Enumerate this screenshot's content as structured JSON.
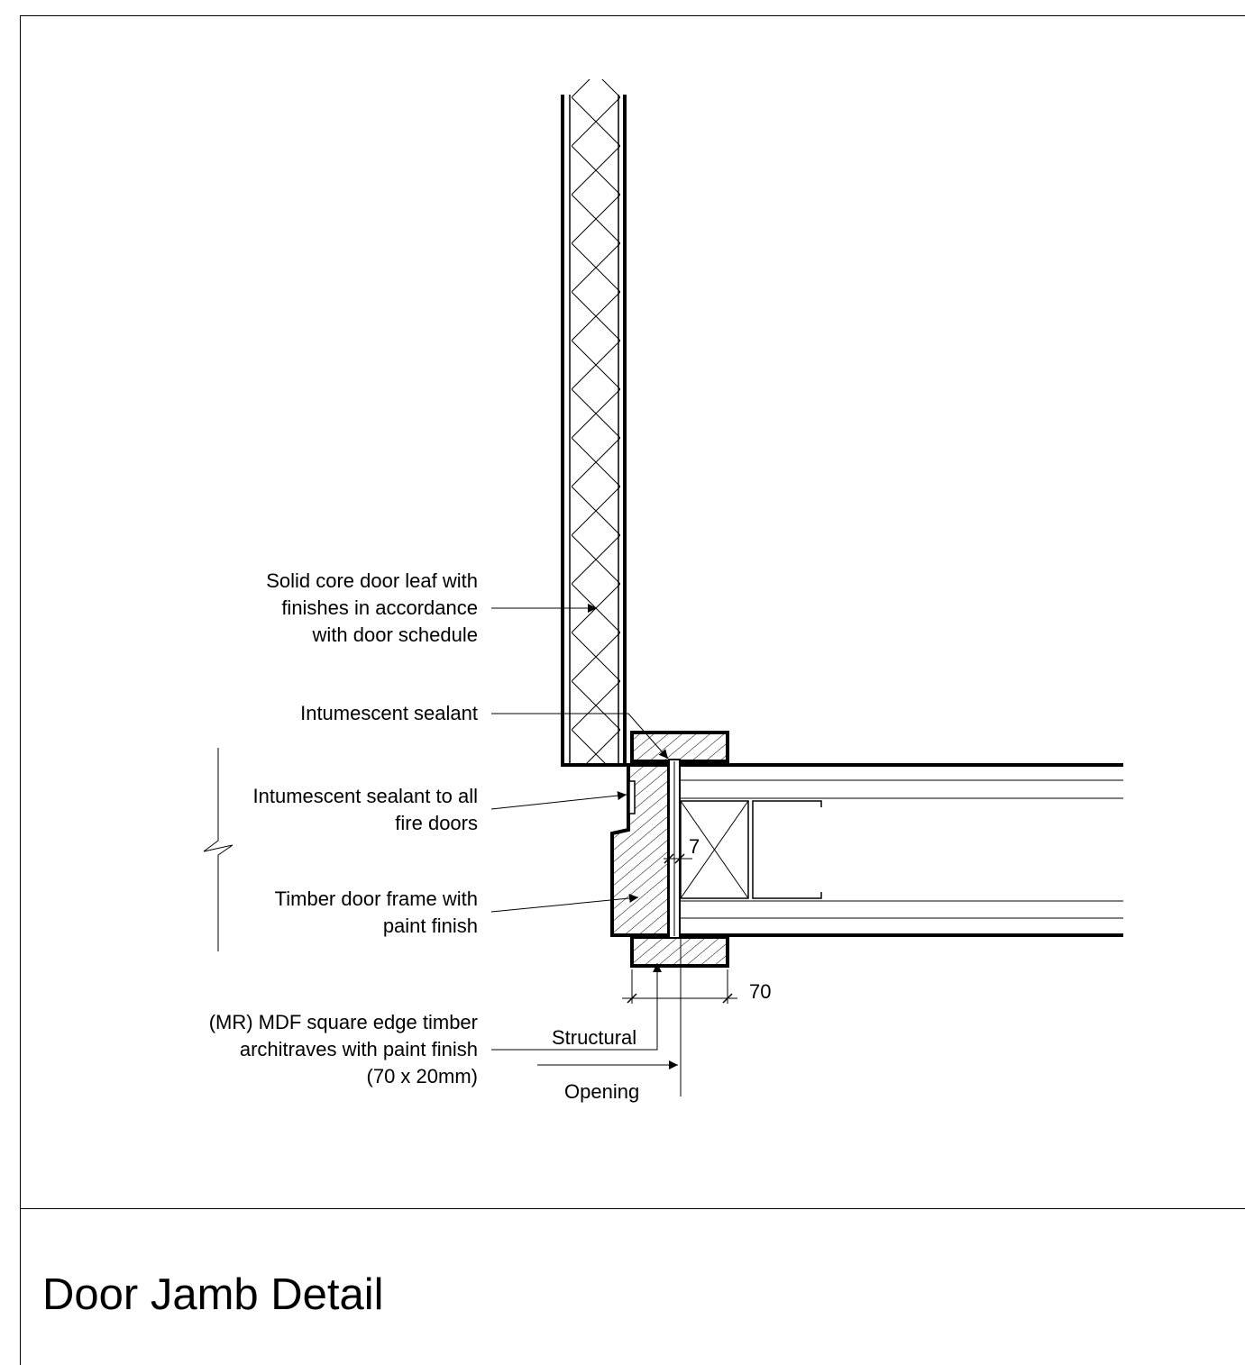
{
  "title": "Door Jamb Detail",
  "annotations": {
    "door_leaf": [
      "Solid core door leaf with",
      "finishes in accordance",
      "with door schedule"
    ],
    "intumescent_sealant": "Intumescent sealant",
    "intumescent_fire_doors": [
      "Intumescent sealant to all",
      "fire doors"
    ],
    "timber_frame": [
      "Timber door frame with",
      "paint finish"
    ],
    "architraves": [
      "(MR) MDF square edge timber",
      "architraves with paint finish",
      "(70 x 20mm)"
    ],
    "structural": "Structural",
    "opening": "Opening"
  },
  "dimensions": {
    "gap": "7",
    "architrave_width": "70"
  }
}
